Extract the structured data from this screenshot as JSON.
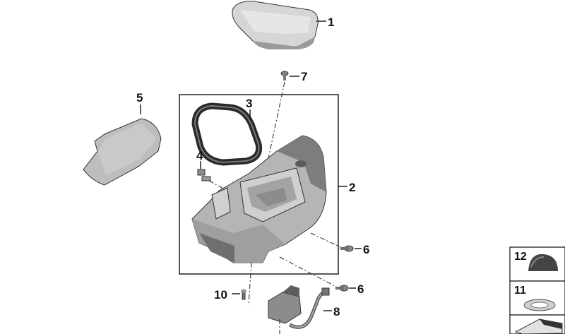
{
  "callouts": [
    {
      "id": "1",
      "label": "1"
    },
    {
      "id": "2",
      "label": "2"
    },
    {
      "id": "3",
      "label": "3"
    },
    {
      "id": "4",
      "label": "4"
    },
    {
      "id": "5",
      "label": "5"
    },
    {
      "id": "6a",
      "label": "6"
    },
    {
      "id": "6b",
      "label": "6"
    },
    {
      "id": "7",
      "label": "7"
    },
    {
      "id": "8",
      "label": "8"
    },
    {
      "id": "10",
      "label": "10"
    }
  ],
  "side_panel": [
    {
      "label": "12",
      "icon": "dome-cap-icon"
    },
    {
      "label": "11",
      "icon": "ring-washer-icon"
    },
    {
      "label": "",
      "icon": "wedge-pad-icon"
    }
  ],
  "colors": {
    "part_light": "#d9d9d9",
    "part_mid": "#b8b8b8",
    "part_dark": "#6a6a6a",
    "line": "#111111"
  }
}
